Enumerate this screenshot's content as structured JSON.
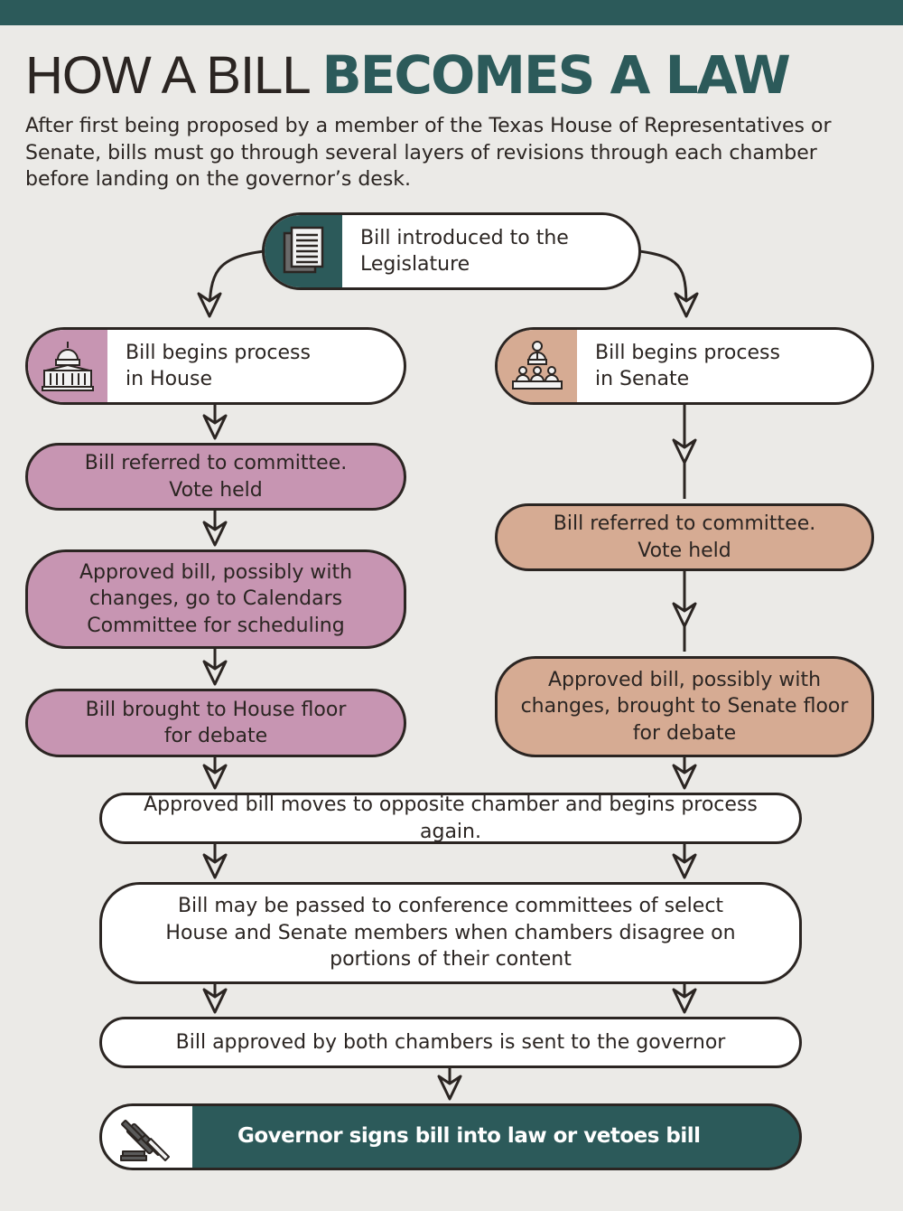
{
  "header": {
    "title_light": "HOW A BILL ",
    "title_bold": "BECOMES A LAW",
    "subtitle": "After first being proposed by a member of the Texas House of Representatives or Senate, bills must go through several layers of revisions through each chamber before landing on the governor’s desk."
  },
  "colors": {
    "teal": "#2c5a5a",
    "house": "#c795b2",
    "senate": "#d6ab93",
    "background": "#ebeae7",
    "outline": "#2b2522"
  },
  "icons": {
    "introduced": "document-icon",
    "house": "capitol-icon",
    "senate": "senate-chamber-icon",
    "governor": "gavel-icon"
  },
  "steps": {
    "introduced": "Bill introduced to the Legislature",
    "house_begin": "Bill begins process in House",
    "senate_begin": "Bill begins process in Senate",
    "house_committee": "Bill referred to committee. Vote held",
    "senate_committee": "Bill referred to committee. Vote held",
    "house_calendars": "Approved bill, possibly with changes, go to Calendars Committee for scheduling",
    "house_floor": "Bill brought to House floor for debate",
    "senate_floor": "Approved bill, possibly with changes, brought to Senate floor for debate",
    "opposite_chamber": "Approved bill moves to opposite chamber and begins process again.",
    "conference": "Bill may be passed to conference committees of select House and Senate members when chambers disagree on portions of their content",
    "to_governor": "Bill approved by both chambers is sent to the governor",
    "governor": "Governor signs bill into law or vetoes bill"
  }
}
